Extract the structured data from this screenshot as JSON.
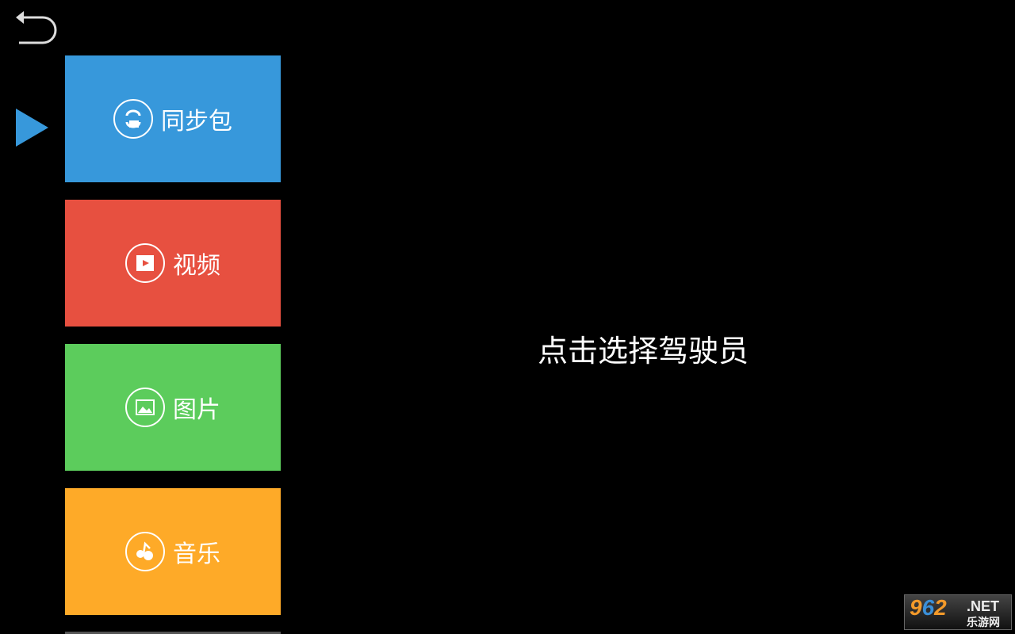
{
  "tiles": [
    {
      "label": "同步包",
      "icon": "sync-icon",
      "color": "#3798db"
    },
    {
      "label": "视频",
      "icon": "video-icon",
      "color": "#e75040"
    },
    {
      "label": "图片",
      "icon": "picture-icon",
      "color": "#5ccc5c"
    },
    {
      "label": "音乐",
      "icon": "music-icon",
      "color": "#feaa28"
    }
  ],
  "main": {
    "prompt": "点击选择驾驶员"
  },
  "watermark": {
    "num_a": "9",
    "num_b": "6",
    "num_c": "2",
    "net": ".NET",
    "cn": "乐游网"
  }
}
